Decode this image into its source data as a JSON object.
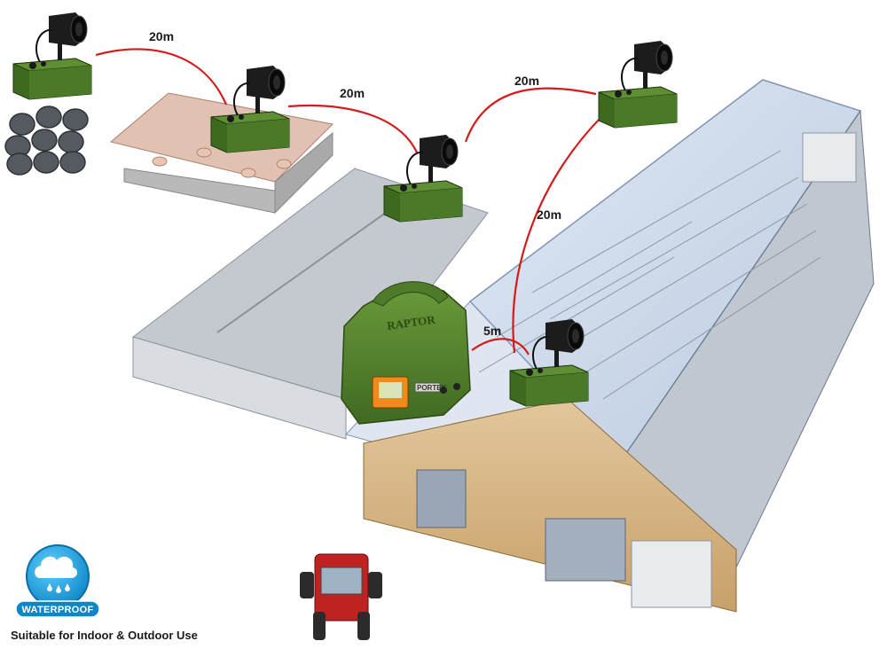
{
  "distances": {
    "d1": "20m",
    "d2": "20m",
    "d3": "20m",
    "d4": "20m",
    "d5": "5m"
  },
  "controller": {
    "brand": "RAPTOR",
    "sub_brand": "PORTEK"
  },
  "badge": {
    "label": "WATERPROOF",
    "icon": "cloud-raindrops-icon",
    "color": "#1aa3dd"
  },
  "caption": "Suitable for Indoor & Outdoor Use",
  "colors": {
    "unit_green": "#4e7a2a",
    "cable_red": "#d41a1a",
    "speaker_black": "#1c1c1c"
  }
}
